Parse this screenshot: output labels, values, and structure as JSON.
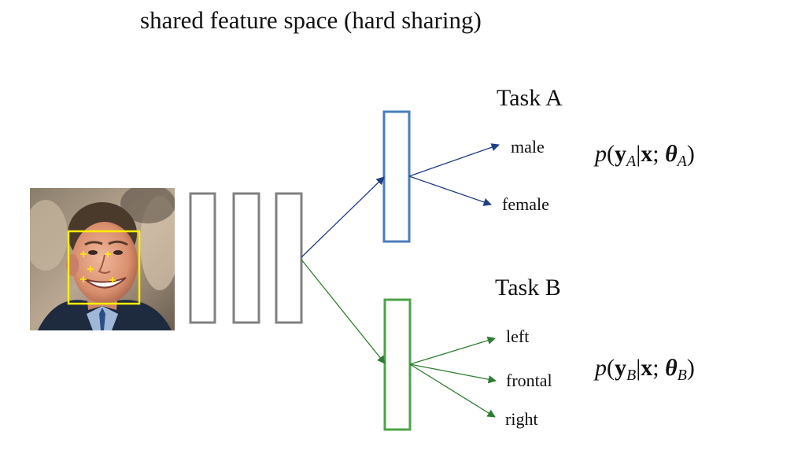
{
  "title": "shared feature space (hard sharing)",
  "task_a": {
    "title": "Task A",
    "labels": [
      "male",
      "female"
    ],
    "formula": {
      "p": "p",
      "y": "y",
      "sub": "A",
      "x": "x",
      "theta": "θ"
    },
    "color": "#4a7ebb"
  },
  "task_b": {
    "title": "Task B",
    "labels": [
      "left",
      "frontal",
      "right"
    ],
    "formula": {
      "p": "p",
      "y": "y",
      "sub": "B",
      "x": "x",
      "theta": "θ"
    },
    "color": "#4ea24a"
  },
  "arrow_colors": {
    "task_a": "#1f3f86",
    "task_b": "#2e7d32"
  },
  "shared_layer_color": "#808080",
  "landmark_color": "#ffee00"
}
